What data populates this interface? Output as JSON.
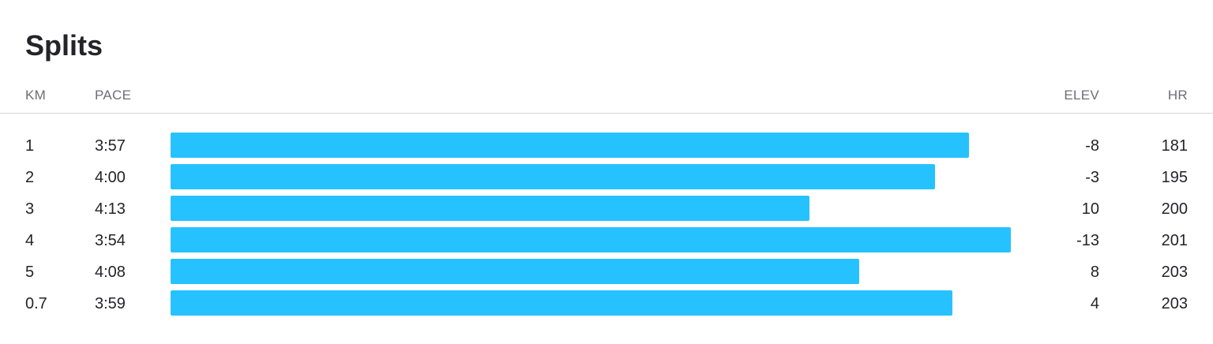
{
  "panel": {
    "title": "Splits"
  },
  "columns": {
    "km": "KM",
    "pace": "PACE",
    "elev": "ELEV",
    "hr": "HR"
  },
  "colors": {
    "bar": "#25c2ff"
  },
  "splits": [
    {
      "km": "1",
      "pace": "3:57",
      "pace_seconds": 237,
      "elev": "-8",
      "hr": "181"
    },
    {
      "km": "2",
      "pace": "4:00",
      "pace_seconds": 240,
      "elev": "-3",
      "hr": "195"
    },
    {
      "km": "3",
      "pace": "4:13",
      "pace_seconds": 253,
      "elev": "10",
      "hr": "200"
    },
    {
      "km": "4",
      "pace": "3:54",
      "pace_seconds": 234,
      "elev": "-13",
      "hr": "201"
    },
    {
      "km": "5",
      "pace": "4:08",
      "pace_seconds": 248,
      "elev": "8",
      "hr": "203"
    },
    {
      "km": "0.7",
      "pace": "3:59",
      "pace_seconds": 239,
      "elev": "4",
      "hr": "203"
    }
  ],
  "bar_fill": [
    0.95,
    0.91,
    0.76,
    1.0,
    0.82,
    0.93
  ]
}
